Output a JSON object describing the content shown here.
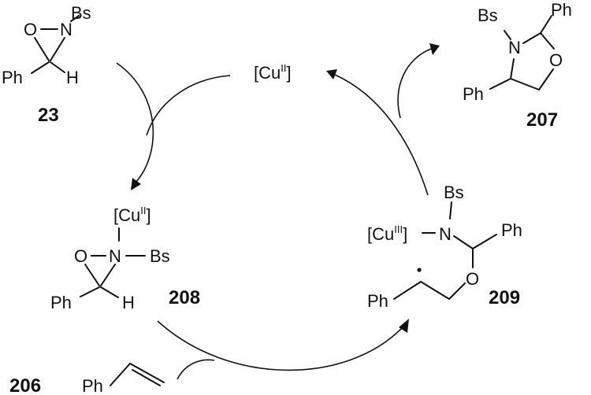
{
  "labels": {
    "bs": "Bs",
    "ph": "Ph",
    "o": "O",
    "n": "N",
    "h": "H",
    "cu": "[Cu",
    "cu_close": "]",
    "ox2": "II",
    "ox3": "III"
  },
  "compounds": {
    "c23": "23",
    "c206": "206",
    "c207": "207",
    "c208": "208",
    "c209": "209"
  }
}
